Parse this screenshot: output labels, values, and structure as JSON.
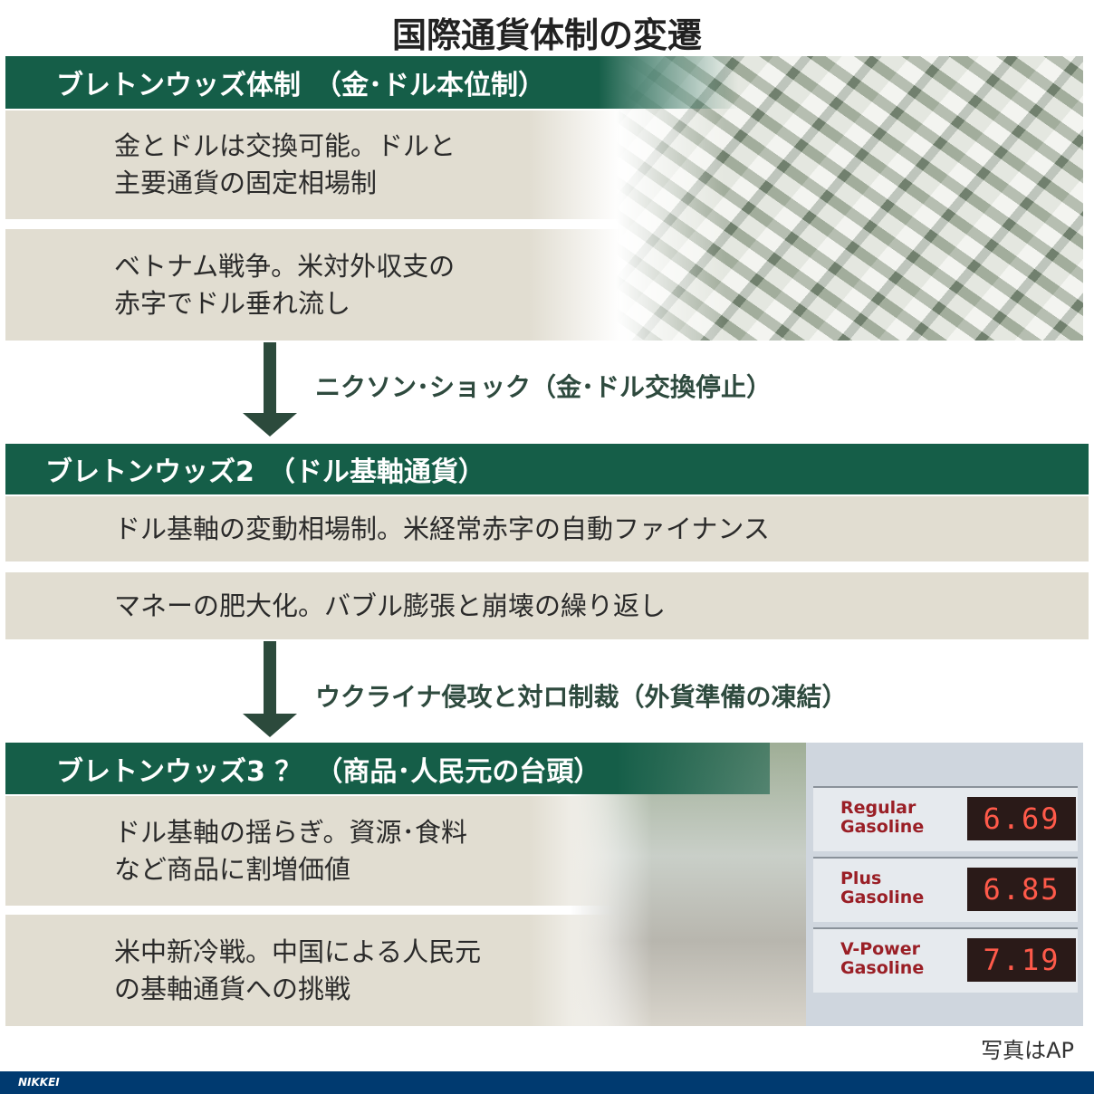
{
  "title": "国際通貨体制の変遷",
  "sections": [
    {
      "header": "ブレトンウッズ体制　（金･ドル本位制）",
      "boxes": [
        [
          "金とドルは交換可能。ドルと",
          "主要通貨の固定相場制"
        ],
        [
          "ベトナム戦争。米対外収支の",
          "赤字でドル垂れ流し"
        ]
      ]
    },
    {
      "header": "ブレトンウッズ2　（ドル基軸通貨）",
      "boxes": [
        [
          "ドル基軸の変動相場制。米経常赤字の自動ファイナンス"
        ],
        [
          "マネーの肥大化。バブル膨張と崩壊の繰り返し"
        ]
      ]
    },
    {
      "header": "ブレトンウッズ3 ？　（商品･人民元の台頭）",
      "boxes": [
        [
          "ドル基軸の揺らぎ。資源･食料",
          "など商品に割増価値"
        ],
        [
          "米中新冷戦。中国による人民元",
          "の基軸通貨への挑戦"
        ]
      ]
    }
  ],
  "transitions": [
    "ニクソン･ショック（金･ドル交換停止）",
    "ウクライナ侵攻と対ロ制裁（外貨準備の凍結）"
  ],
  "gas_sign": [
    {
      "name1": "Regular",
      "name2": "Gasoline",
      "price": "6.69"
    },
    {
      "name1": "Plus",
      "name2": "Gasoline",
      "price": "6.85"
    },
    {
      "name1": "V-Power",
      "name2": "Gasoline",
      "price": "7.19"
    }
  ],
  "credit": "写真はAP",
  "footer": "NIKKEI",
  "colors": {
    "header": "#155e48",
    "box": "#e1ddd1",
    "footer": "#003a70"
  }
}
